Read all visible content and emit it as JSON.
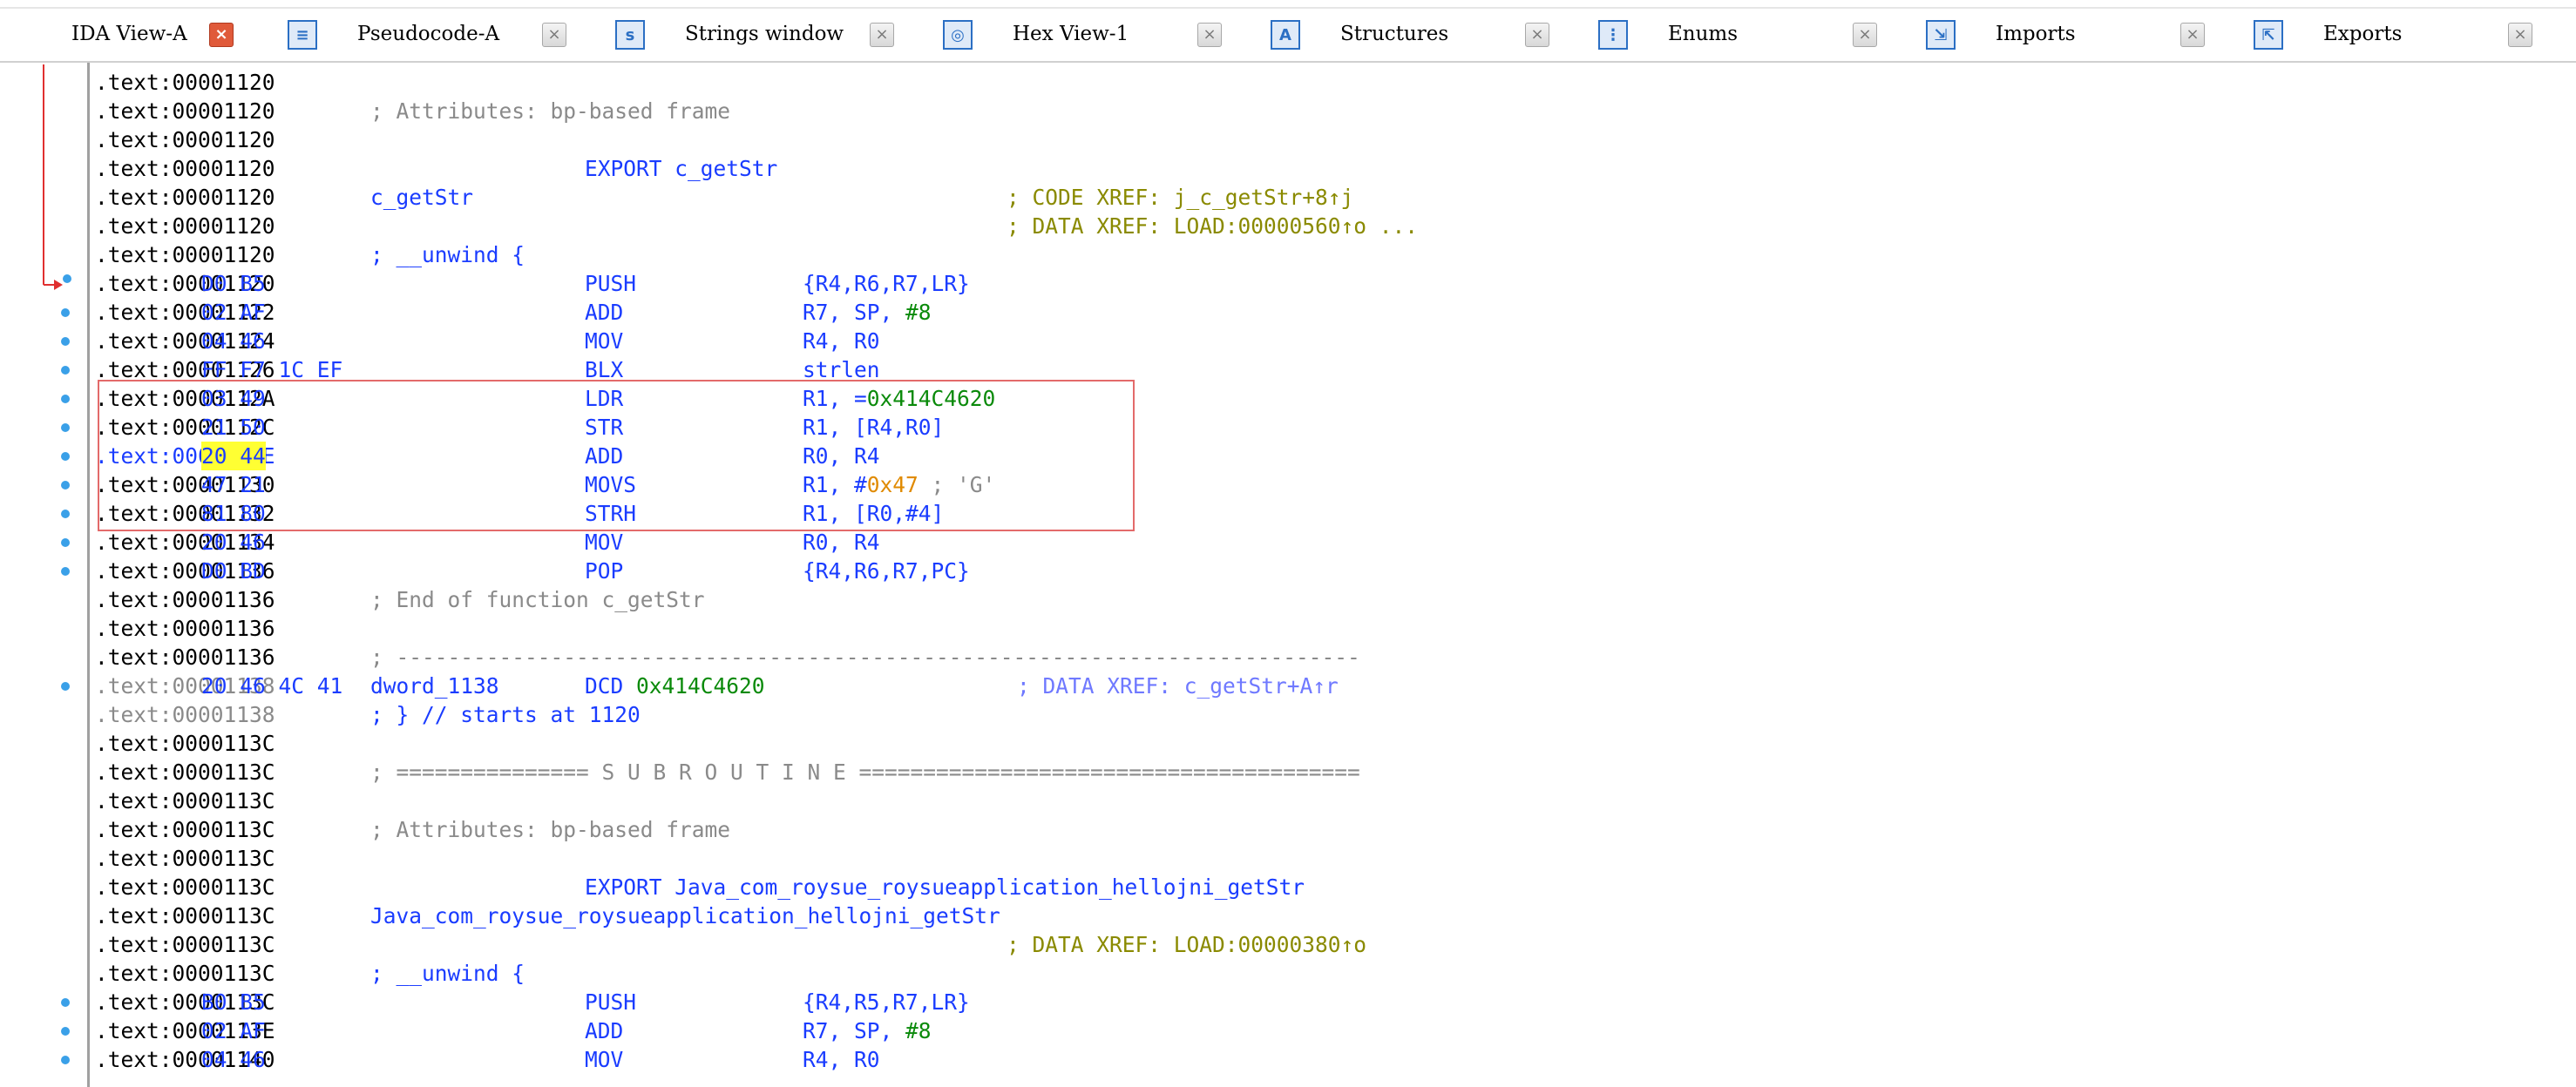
{
  "tabs": [
    {
      "label": "IDA View-A",
      "icon": "ida-view-icon",
      "active": true
    },
    {
      "label": "Pseudocode-A",
      "icon": "pseudocode-icon",
      "active": false
    },
    {
      "label": "Strings window",
      "icon": "strings-icon",
      "active": false
    },
    {
      "label": "Hex View-1",
      "icon": "hex-view-icon",
      "active": false
    },
    {
      "label": "Structures",
      "icon": "structures-icon",
      "active": false
    },
    {
      "label": "Enums",
      "icon": "enums-icon",
      "active": false
    },
    {
      "label": "Imports",
      "icon": "imports-icon",
      "active": false
    },
    {
      "label": "Exports",
      "icon": "exports-icon",
      "active": false
    }
  ],
  "colors": {
    "address": "#000000",
    "bytes": "#1a3cff",
    "mnemonic": "#1a3cff",
    "number": "#0a8a0a",
    "comment": "#8a8a8a",
    "xref": "#8a8a00",
    "highlight": "#ffff33",
    "selection_box": "#e36a6a",
    "flow_arrow": "#e03030",
    "breakpoint_dot": "#3aa0e8"
  },
  "lines": [
    {
      "addr": ".text:00001120"
    },
    {
      "addr": ".text:00001120",
      "comment": "; Attributes: bp-based frame"
    },
    {
      "addr": ".text:00001120"
    },
    {
      "addr": ".text:00001120",
      "directive": "EXPORT c_getStr"
    },
    {
      "addr": ".text:00001120",
      "label": "c_getStr",
      "xref": "; CODE XREF: j_c_getStr+8↑j"
    },
    {
      "addr": ".text:00001120",
      "xref": "; DATA XREF: LOAD:00000560↑o ..."
    },
    {
      "addr": ".text:00001120",
      "unwind": "; __unwind {"
    },
    {
      "addr": ".text:00001120",
      "bytes": "D0 B5",
      "mnem": "PUSH",
      "ops": "{R4,R6,R7,LR}"
    },
    {
      "addr": ".text:00001122",
      "bytes": "02 AF",
      "mnem": "ADD",
      "ops": "R7, SP, ",
      "num": "#8"
    },
    {
      "addr": ".text:00001124",
      "bytes": "04 46",
      "mnem": "MOV",
      "ops": "R4, R0"
    },
    {
      "addr": ".text:00001126",
      "bytes": "FF F7 1C EF",
      "mnem": "BLX",
      "ops": "strlen"
    },
    {
      "addr": ".text:0000112A",
      "bytes": "03 49",
      "mnem": "LDR",
      "ops": "R1, =",
      "num": "0x414C4620"
    },
    {
      "addr": ".text:0000112C",
      "bytes": "21 50",
      "mnem": "STR",
      "ops": "R1, [R4,R0]"
    },
    {
      "addr": ".text:0000112E",
      "bytes": "20 44",
      "mnem": "ADD",
      "ops": "R0, R4",
      "addr_blue": true,
      "bytes_hl": true
    },
    {
      "addr": ".text:00001130",
      "bytes": "47 21",
      "mnem": "MOVS",
      "ops": "R1, #",
      "orange": "0x47",
      "tail": " ; 'G'"
    },
    {
      "addr": ".text:00001132",
      "bytes": "81 80",
      "mnem": "STRH",
      "ops": "R1, [R0,#4]"
    },
    {
      "addr": ".text:00001134",
      "bytes": "20 46",
      "mnem": "MOV",
      "ops": "R0, R4"
    },
    {
      "addr": ".text:00001136",
      "bytes": "D0 BD",
      "mnem": "POP",
      "ops": "{R4,R6,R7,PC}"
    },
    {
      "addr": ".text:00001136",
      "comment": "; End of function c_getStr"
    },
    {
      "addr": ".text:00001136"
    },
    {
      "addr": ".text:00001136",
      "sep": "; ---------------------------------------------------------------------------"
    },
    {
      "addr": ".text:00001138",
      "grey": true,
      "bytes": "20 46 4C 41",
      "label": "dword_1138",
      "dcd": "DCD ",
      "num": "0x414C4620",
      "xref_blue": "; DATA XREF: c_getStr+A↑r"
    },
    {
      "addr": ".text:00001138",
      "grey": true,
      "unwind": "; } // starts at 1120"
    },
    {
      "addr": ".text:0000113C"
    },
    {
      "addr": ".text:0000113C",
      "sep": "; =============== S U B R O U T I N E ======================================="
    },
    {
      "addr": ".text:0000113C"
    },
    {
      "addr": ".text:0000113C",
      "comment": "; Attributes: bp-based frame"
    },
    {
      "addr": ".text:0000113C"
    },
    {
      "addr": ".text:0000113C",
      "directive": "EXPORT Java_com_roysue_roysueapplication_hellojni_getStr"
    },
    {
      "addr": ".text:0000113C",
      "label": "Java_com_roysue_roysueapplication_hellojni_getStr"
    },
    {
      "addr": ".text:0000113C",
      "xref": "; DATA XREF: LOAD:00000380↑o"
    },
    {
      "addr": ".text:0000113C",
      "unwind": "; __unwind {"
    },
    {
      "addr": ".text:0000113C",
      "bytes": "B0 B5",
      "mnem": "PUSH",
      "ops": "{R4,R5,R7,LR}"
    },
    {
      "addr": ".text:0000113E",
      "bytes": "02 AF",
      "mnem": "ADD",
      "ops": "R7, SP, ",
      "num": "#8"
    },
    {
      "addr": ".text:00001140",
      "bytes": "04 46",
      "mnem": "MOV",
      "ops": "R4, R0"
    }
  ]
}
